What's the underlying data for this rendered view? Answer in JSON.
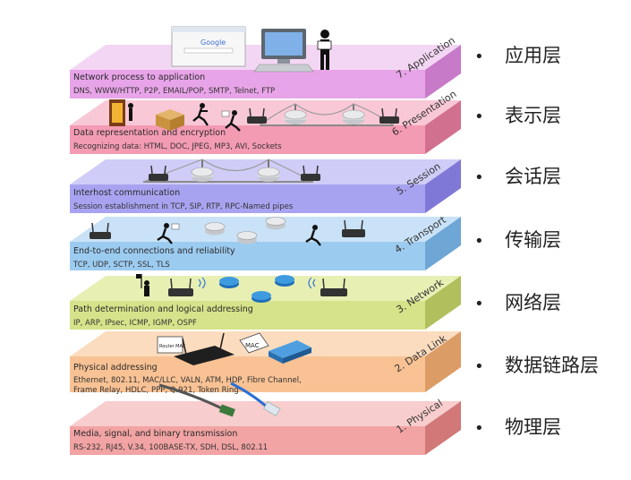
{
  "layers": [
    {
      "id": "application",
      "number_label": "7. Application",
      "title": "Network process to application",
      "detail_lines": [
        "DNS, WWW/HTTP, P2P, EMAIL/POP, SMTP, Telnet, FTP"
      ],
      "color_top": "#f3d6f3",
      "color_front": "#e8a4e8",
      "color_side": "#c77ac7",
      "chinese_label": "应用层"
    },
    {
      "id": "presentation",
      "number_label": "6. Presentation",
      "title": "Data representation and encryption",
      "detail_lines": [
        "Recognizing data: HTML, DOC, JPEG, MP3, AVI, Sockets"
      ],
      "color_top": "#f9c8d6",
      "color_front": "#f49bb4",
      "color_side": "#d2708f",
      "chinese_label": "表示层"
    },
    {
      "id": "session",
      "number_label": "5. Session",
      "title": "Interhost communication",
      "detail_lines": [
        "Session establishment in TCP, SIP, RTP, RPC-Named pipes"
      ],
      "color_top": "#cfcdf7",
      "color_front": "#a8a3f0",
      "color_side": "#7f78d6",
      "chinese_label": "会话层"
    },
    {
      "id": "transport",
      "number_label": "4. Transport",
      "title": "End-to-end connections and reliability",
      "detail_lines": [
        "TCP, UDP, SCTP, SSL, TLS"
      ],
      "color_top": "#c9e2f7",
      "color_front": "#9ccbf0",
      "color_side": "#6ea6d6",
      "chinese_label": "传输层"
    },
    {
      "id": "network",
      "number_label": "3. Network",
      "title": "Path determination and logical addressing",
      "detail_lines": [
        "IP, ARP, IPsec, ICMP, IGMP, OSPF"
      ],
      "color_top": "#e7efb3",
      "color_front": "#d6e38a",
      "color_side": "#b1bf5c",
      "chinese_label": "网络层"
    },
    {
      "id": "datalink",
      "number_label": "2. Data Link",
      "title": "Physical addressing",
      "detail_lines": [
        "Ethernet, 802.11, MAC/LLC, VALN, ATM, HDP, Fibre Channel,",
        "Frame Relay, HDLC,  PPP, Q.921, Token Ring"
      ],
      "color_top": "#fbdcbf",
      "color_front": "#f8c294",
      "color_side": "#dc9c66",
      "chinese_label": "数据链路层"
    },
    {
      "id": "physical",
      "number_label": "1. Physical",
      "title": "Media, signal, and binary transmission",
      "detail_lines": [
        "RS-232, RJ45, V.34, 100BASE-TX, SDH, DSL, 802.11"
      ],
      "color_top": "#f8cdcd",
      "color_front": "#f2a3a3",
      "color_side": "#d27878",
      "chinese_label": "物理层"
    }
  ],
  "illustration_text": {
    "browser_logo": "Google",
    "router_tag": "Router MAC",
    "mac_tag": "MAC"
  },
  "bullet_glyph": "•"
}
